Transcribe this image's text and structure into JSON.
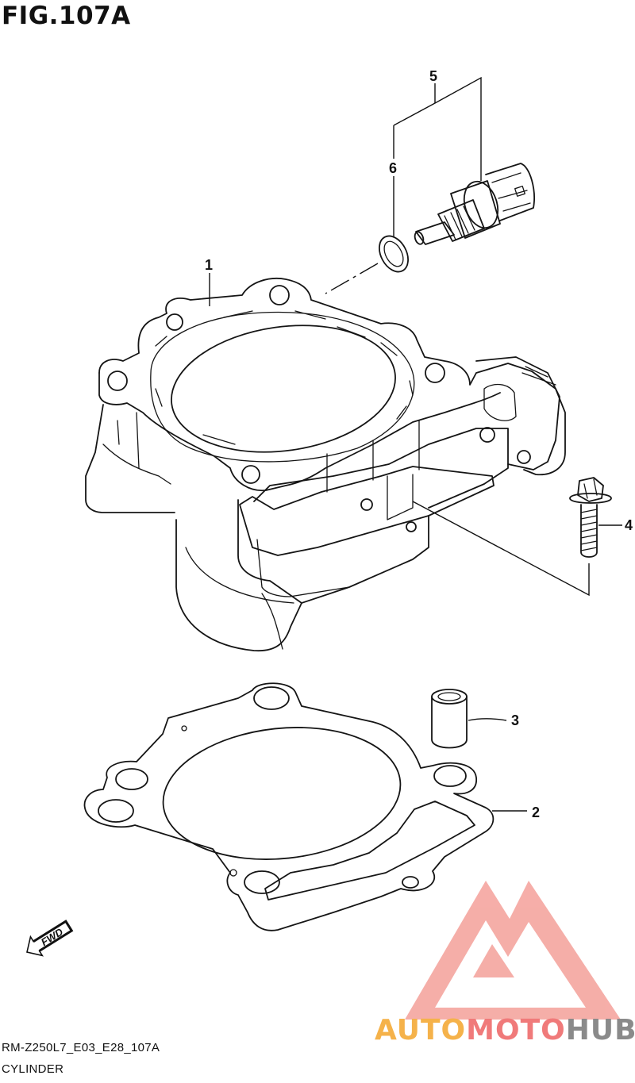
{
  "figure": {
    "title": "FIG.107A",
    "code": "RM-Z250L7_E03_E28_107A",
    "name": "CYLINDER"
  },
  "callouts": [
    {
      "id": "1",
      "label": "1"
    },
    {
      "id": "2",
      "label": "2"
    },
    {
      "id": "3",
      "label": "3"
    },
    {
      "id": "4",
      "label": "4"
    },
    {
      "id": "5",
      "label": "5"
    },
    {
      "id": "6",
      "label": "6"
    }
  ],
  "direction_badge": {
    "label": "FWD",
    "icon": "forward-arrow-icon"
  },
  "watermark": {
    "part1": "AUTO",
    "part2": "MOTO",
    "part3": "HUB",
    "colors": {
      "part1": "#f5b24a",
      "part2": "#f07a7a",
      "part3": "#8a8a8a",
      "logo": "#f07a72"
    }
  }
}
